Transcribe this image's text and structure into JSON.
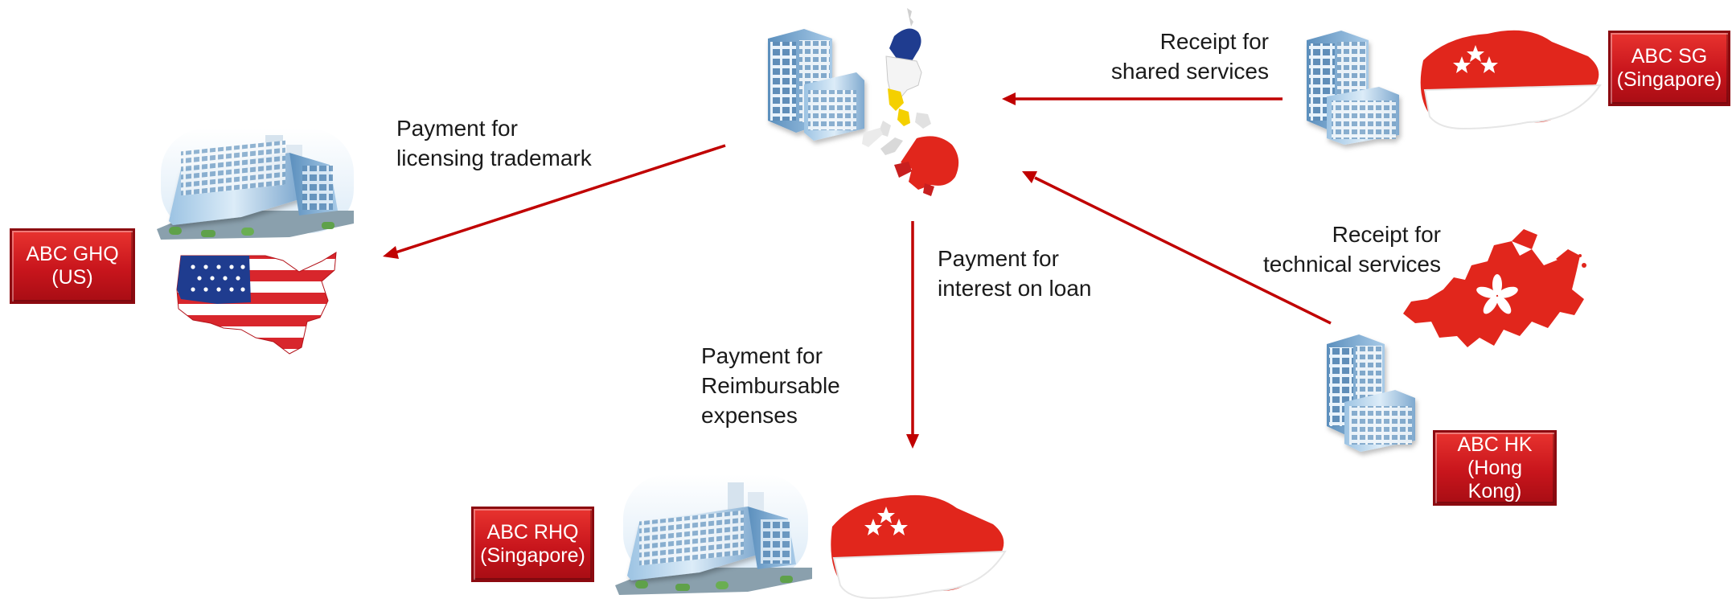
{
  "colors": {
    "arrow": "#c00000",
    "box_fill": "#d21f24",
    "box_text": "#ffffff",
    "flag_red": "#e1261c",
    "flag_white": "#ffffff",
    "flag_blue": "#1f3c8f",
    "flag_yellow": "#f4d000",
    "building": "#6fa1c8"
  },
  "entities": {
    "ghq": {
      "line1": "ABC GHQ",
      "line2": "(US)",
      "icons": [
        "office-building-icon",
        "us-map-flag-icon"
      ]
    },
    "sg": {
      "line1": "ABC SG",
      "line2": "(Singapore)",
      "icons": [
        "office-tower-icon",
        "singapore-map-flag-icon"
      ]
    },
    "rhq": {
      "line1": "ABC RHQ",
      "line2": "(Singapore)",
      "icons": [
        "office-building-icon",
        "singapore-map-flag-icon"
      ]
    },
    "hk": {
      "line1": "ABC HK",
      "line2": "(Hong",
      "line3": "Kong)",
      "icons": [
        "office-tower-icon",
        "hong-kong-map-flag-icon"
      ]
    },
    "ph": {
      "icons": [
        "office-tower-icon",
        "philippines-map-flag-icon"
      ]
    }
  },
  "flows": {
    "trademark": {
      "line1": "Payment for",
      "line2": "licensing trademark"
    },
    "shared": {
      "line1": "Receipt for",
      "line2": "shared services"
    },
    "interest": {
      "line1": "Payment for",
      "line2": "interest on loan"
    },
    "reimbursable": {
      "line1": "Payment for",
      "line2": "Reimbursable",
      "line3": "expenses"
    },
    "technical": {
      "line1": "Receipt for",
      "line2": "technical services"
    }
  }
}
